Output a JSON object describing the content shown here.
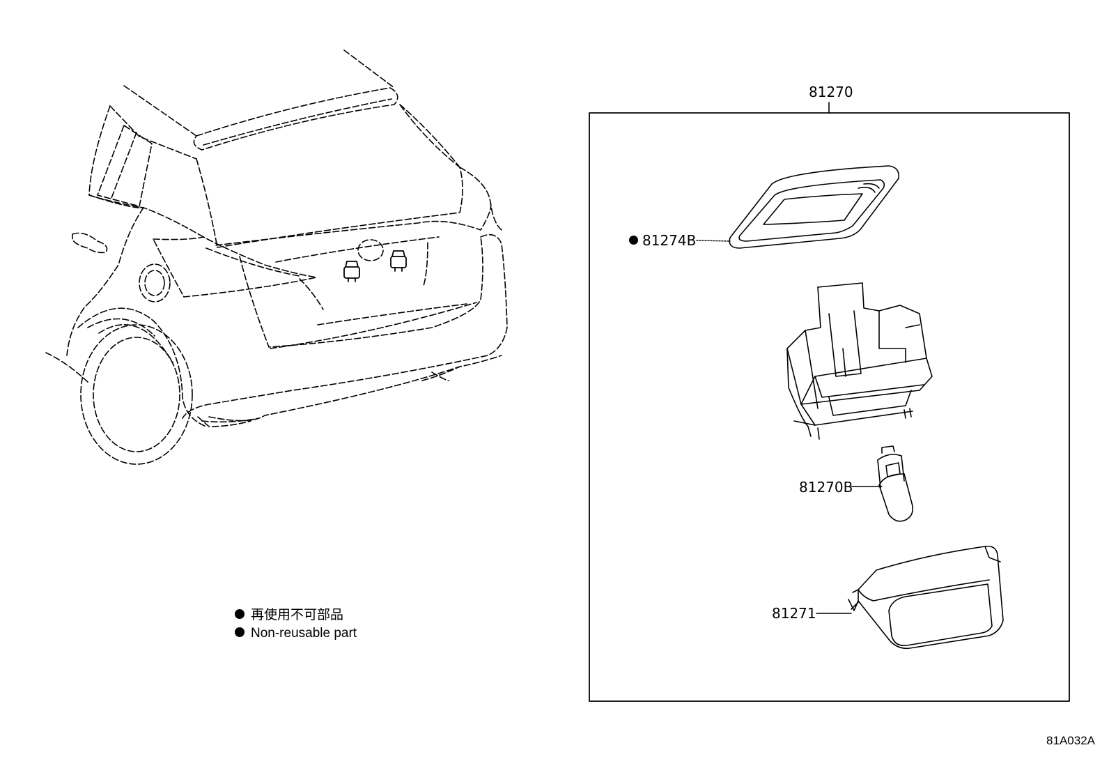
{
  "labels": {
    "assembly": "81270",
    "gasket": "81274B",
    "bulb": "81270B",
    "lens": "81271"
  },
  "legend": {
    "jp": "再使用不可部品",
    "en": "Non-reusable part"
  },
  "diagram_code": "81A032A"
}
